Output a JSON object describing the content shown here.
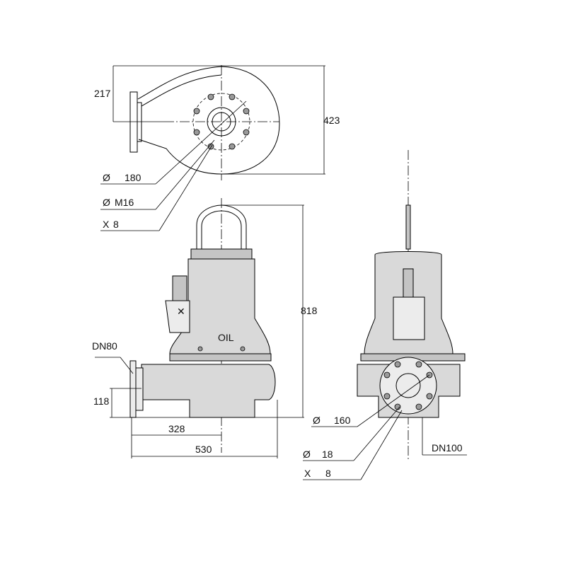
{
  "colors": {
    "line": "#000000",
    "body": "#d9d9d9",
    "body_dark": "#c4c4c4",
    "body_light": "#ececec",
    "background": "#ffffff"
  },
  "top_view": {
    "dim_217": "217",
    "dim_423": "423",
    "dim_phi_180": "180",
    "dim_phi_m16": "M16",
    "dim_x8": "8",
    "phi_symbol": "Ø",
    "x_symbol": "X"
  },
  "side_view": {
    "dim_818": "818",
    "dn80": "DN80",
    "dim_118": "118",
    "dim_328": "328",
    "dim_530": "530",
    "oil_label": "OIL"
  },
  "front_view": {
    "dim_phi_160": "160",
    "dim_phi_18": "18",
    "dim_x8": "8",
    "dn100": "DN100",
    "phi_symbol": "Ø",
    "x_symbol": "X"
  }
}
